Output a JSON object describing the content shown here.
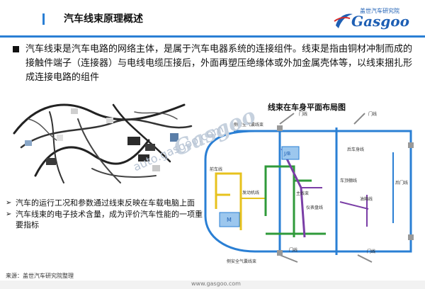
{
  "header": {
    "title": "汽车线束原理概述",
    "logo_cn": "盖世汽车研究院",
    "logo_word": "Gasgoo",
    "accent": "#2a7fd4"
  },
  "intro": {
    "text": "汽车线束是汽车电路的网络主体，是属于汽车电器系统的连接组件。线束是指由铜材冲制而成的接触件端子（连接器）与电线电缆压接后，外面再塑压绝缘体或外加金属壳体等，以线束捆扎形成连接电路的组件"
  },
  "bullets": [
    "汽车的运行工况和参数通过线束反映在车载电脑上面",
    "汽车线束的电子技术含量，成为评价汽车性能的一项重要指标"
  ],
  "diagram": {
    "title": "线束在车身平面布局图",
    "labels": {
      "side_curtain_top": "侧安全气囊线束",
      "side_curtain_bottom": "侧安全气囊线束",
      "door_top_left": "门线",
      "door_top_right": "门线",
      "door_bottom_left": "门线",
      "door_bottom_right": "门线",
      "front_harness": "前车线",
      "engine_harness": "发动机线",
      "main_harness": "主线束",
      "dashboard_harness": "仪表盘线",
      "roof_harness": "车顶棚线",
      "rear_body_harness": "后车身线",
      "rear_door_harness": "后门线",
      "fuel_pump_harness": "油箱线",
      "jb_box": "J/B",
      "module_box": "M"
    }
  },
  "watermark": {
    "brand": "Gasgoo",
    "site": "auto.gasgoo.com"
  },
  "source": "来源：盖世汽车研究院整理",
  "footer": {
    "url": "www.gasgoo.com"
  }
}
